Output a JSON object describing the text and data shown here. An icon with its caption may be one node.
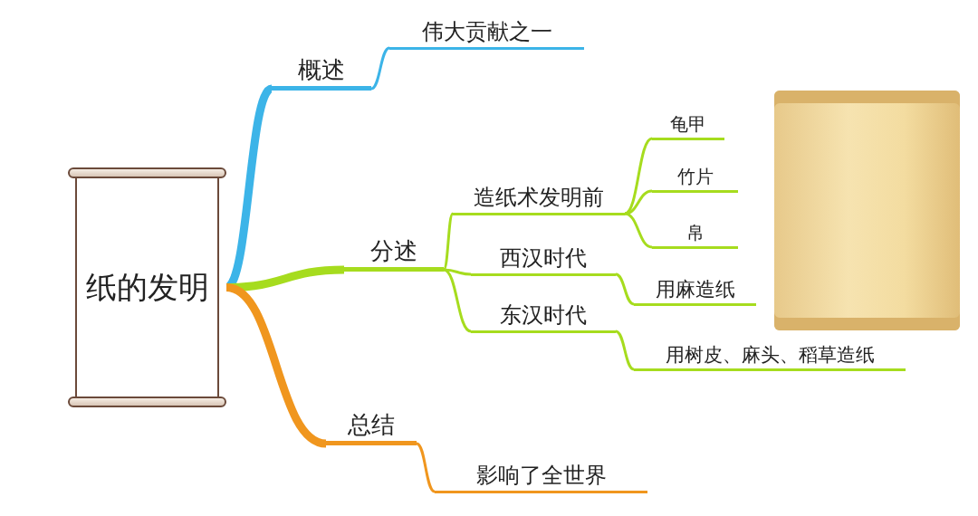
{
  "diagram": {
    "nodes": [
      {
        "text": [
          "纸的发明"
        ]
      },
      {
        "text": [
          "概述"
        ]
      },
      {
        "text": [
          "伟大贡献之一"
        ]
      },
      {
        "text": [
          "分述"
        ]
      },
      {
        "text": [
          "造纸术发明前"
        ]
      },
      {
        "text": [
          "龟甲"
        ]
      },
      {
        "text": [
          "竹片"
        ]
      },
      {
        "text": [
          "帛"
        ]
      },
      {
        "text": [
          "西汉时代"
        ]
      },
      {
        "text": [
          "用麻造纸"
        ]
      },
      {
        "text": [
          "东汉时代"
        ]
      },
      {
        "text": [
          "用树皮、麻头、稻草造纸"
        ]
      },
      {
        "text": [
          "总结"
        ]
      },
      {
        "text": [
          "影响了全世界"
        ]
      }
    ],
    "edges": [
      {
        "from": 0,
        "to": 1,
        "arrow": "none",
        "style": "thick",
        "color": "#3cb4e8"
      },
      {
        "from": 1,
        "to": 2,
        "arrow": "none",
        "color": "#3cb4e8"
      },
      {
        "from": 0,
        "to": 3,
        "arrow": "none",
        "style": "thick"
      },
      {
        "from": 3,
        "to": 4,
        "arrow": "none"
      },
      {
        "from": 4,
        "to": 5,
        "arrow": "none"
      },
      {
        "from": 4,
        "to": 6,
        "arrow": "none"
      },
      {
        "from": 4,
        "to": 7,
        "arrow": "none"
      },
      {
        "from": 3,
        "to": 8,
        "arrow": "none"
      },
      {
        "from": 8,
        "to": 9,
        "arrow": "none"
      },
      {
        "from": 3,
        "to": 10,
        "arrow": "none"
      },
      {
        "from": 10,
        "to": 11,
        "arrow": "none"
      },
      {
        "from": 0,
        "to": 12,
        "arrow": "none",
        "style": "thick",
        "color": "#f0961e"
      },
      {
        "from": 12,
        "to": 13,
        "arrow": "none",
        "color": "#f0961e"
      }
    ]
  }
}
